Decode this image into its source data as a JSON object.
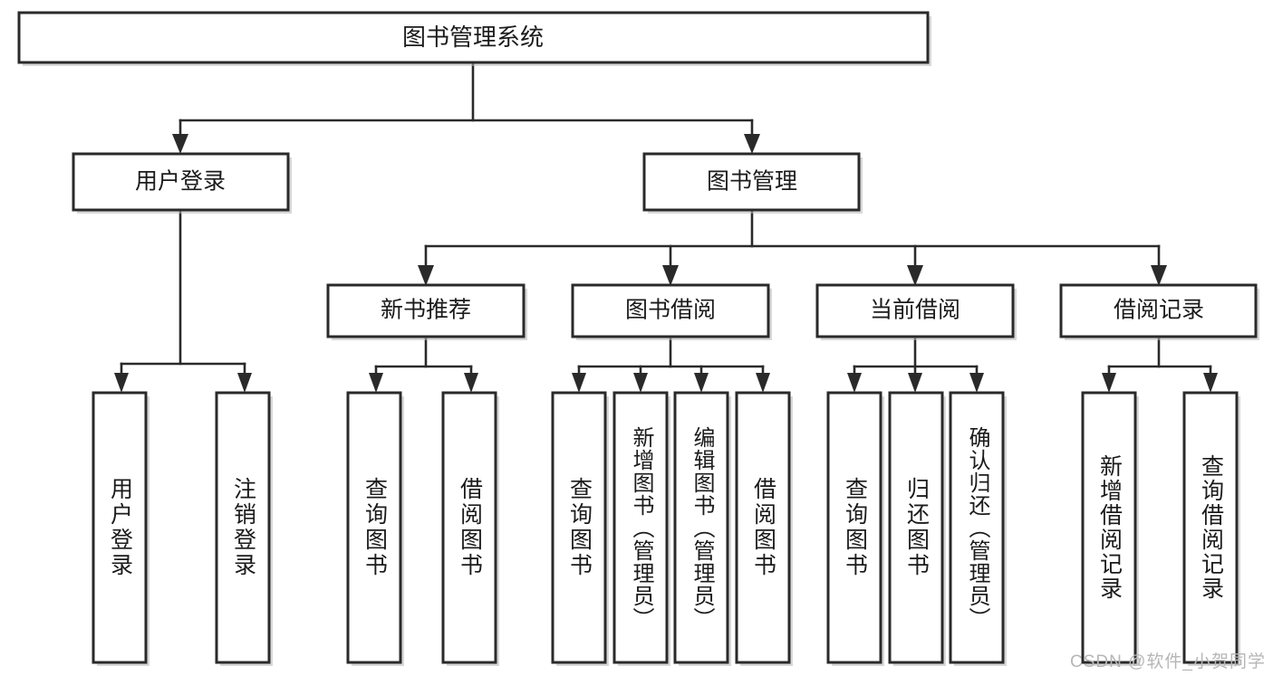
{
  "diagram": {
    "type": "tree",
    "title": "图书管理系统",
    "watermark": "CSDN @软件_小贺同学",
    "colors": {
      "background": "#ffffff",
      "box_stroke": "#2a2a2a",
      "box_fill": "#ffffff",
      "text": "#1b1b1b",
      "shadow": "#b8b8b8",
      "watermark": "#b6b6b6"
    },
    "levels": {
      "root": {
        "label": "图书管理系统"
      },
      "level2": [
        {
          "label": "用户登录"
        },
        {
          "label": "图书管理"
        }
      ],
      "level3": [
        {
          "label": "新书推荐"
        },
        {
          "label": "图书借阅"
        },
        {
          "label": "当前借阅"
        },
        {
          "label": "借阅记录"
        }
      ]
    },
    "leaves": {
      "user_login": [
        {
          "label": "用户登录"
        },
        {
          "label": "注销登录"
        }
      ],
      "new_book_recommend": [
        {
          "label": "查询图书"
        },
        {
          "label": "借阅图书"
        }
      ],
      "book_borrow": [
        {
          "label": "查询图书"
        },
        {
          "label": "新增图书（管理员）"
        },
        {
          "label": "编辑图书（管理员）"
        },
        {
          "label": "借阅图书"
        }
      ],
      "current_borrow": [
        {
          "label": "查询图书"
        },
        {
          "label": "归还图书"
        },
        {
          "label": "确认归还（管理员）"
        }
      ],
      "borrow_record": [
        {
          "label": "新增借阅记录"
        },
        {
          "label": "查询借阅记录"
        }
      ]
    }
  }
}
